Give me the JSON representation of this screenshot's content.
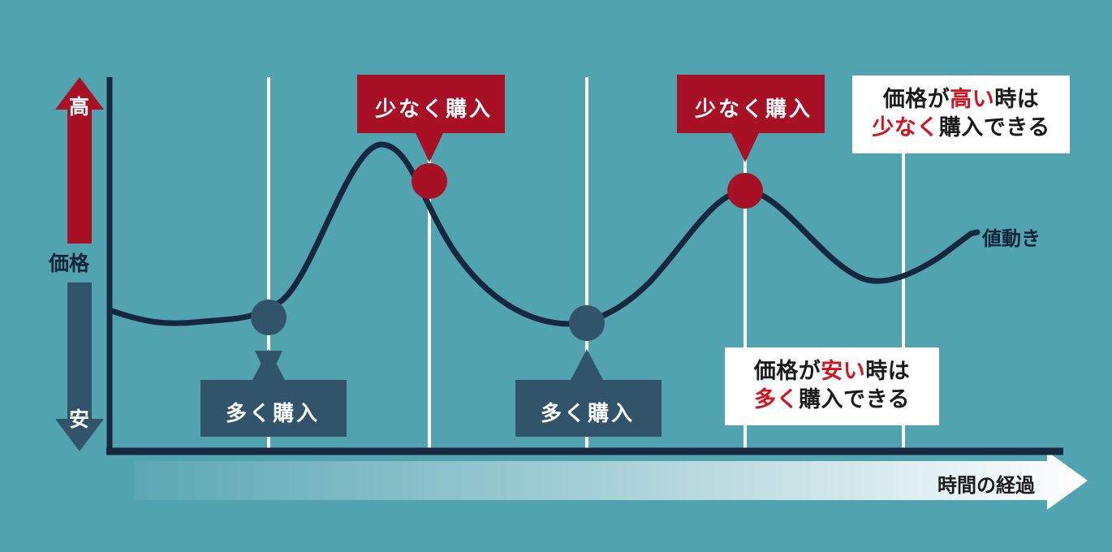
{
  "figure": {
    "type": "diagram",
    "subject": "dollar-cost-averaging-price-chart",
    "background_color": "#52a3b0"
  },
  "axes": {
    "y": {
      "high_label": "高",
      "low_label": "安",
      "name_label": "価格",
      "high_arrow_color": "#a81025",
      "low_arrow_color": "#31546b",
      "axis_color": "#17273f"
    },
    "x": {
      "label": "時間の経過",
      "axis_color": "#17273f",
      "gridline_color": "#ffffff"
    }
  },
  "series": {
    "name": "値動き",
    "color": "#17273f",
    "label_color": "#14243a"
  },
  "markers": [
    {
      "id": "buy-more-1",
      "kind": "low",
      "color": "#31546b",
      "x": 331,
      "y": 391
    },
    {
      "id": "buy-less-1",
      "kind": "high",
      "color": "#a81025",
      "x": 529,
      "y": 223
    },
    {
      "id": "buy-more-2",
      "kind": "low",
      "color": "#31546b",
      "x": 723,
      "y": 398
    },
    {
      "id": "buy-less-2",
      "kind": "high",
      "color": "#a81025",
      "x": 918,
      "y": 235
    }
  ],
  "callouts": [
    {
      "id": "buy-less-top-1",
      "text": "少なく購入",
      "style": "high",
      "color": "#a81025"
    },
    {
      "id": "buy-less-top-2",
      "text": "少なく購入",
      "style": "high",
      "color": "#a81025"
    },
    {
      "id": "buy-more-bottom-1",
      "text": "多く購入",
      "style": "low",
      "color": "#31546b"
    },
    {
      "id": "buy-more-bottom-2",
      "text": "多く購入",
      "style": "low",
      "color": "#31546b"
    }
  ],
  "notes": [
    {
      "id": "note-high",
      "line1_pre": "価格が",
      "line1_hl": "高い",
      "line1_post": "時は",
      "line2_hl": "少なく",
      "line2_post": "購入できる",
      "highlight_color": "#d6121f"
    },
    {
      "id": "note-low",
      "line1_pre": "価格が",
      "line1_hl": "安い",
      "line1_post": "時は",
      "line2_hl": "多く",
      "line2_post": "購入できる",
      "highlight_color": "#d6121f"
    }
  ],
  "chart_data": {
    "type": "line",
    "title": "",
    "xlabel": "時間の経過",
    "ylabel": "価格",
    "series_name": "値動き",
    "gridlines_x": [
      331,
      529,
      723,
      918,
      1113
    ],
    "points": [
      {
        "x": 135,
        "y": 382
      },
      {
        "x": 230,
        "y": 396
      },
      {
        "x": 331,
        "y": 391
      },
      {
        "x": 400,
        "y": 330
      },
      {
        "x": 470,
        "y": 178
      },
      {
        "x": 529,
        "y": 223
      },
      {
        "x": 600,
        "y": 330
      },
      {
        "x": 660,
        "y": 380
      },
      {
        "x": 723,
        "y": 398
      },
      {
        "x": 800,
        "y": 350
      },
      {
        "x": 860,
        "y": 270
      },
      {
        "x": 918,
        "y": 235
      },
      {
        "x": 1000,
        "y": 300
      },
      {
        "x": 1085,
        "y": 345
      },
      {
        "x": 1160,
        "y": 320
      },
      {
        "x": 1195,
        "y": 288
      }
    ],
    "ylim_note": "価格 high at top (高), low at bottom (安)",
    "grid": true,
    "legend": "値動き (inline label at curve end)"
  }
}
